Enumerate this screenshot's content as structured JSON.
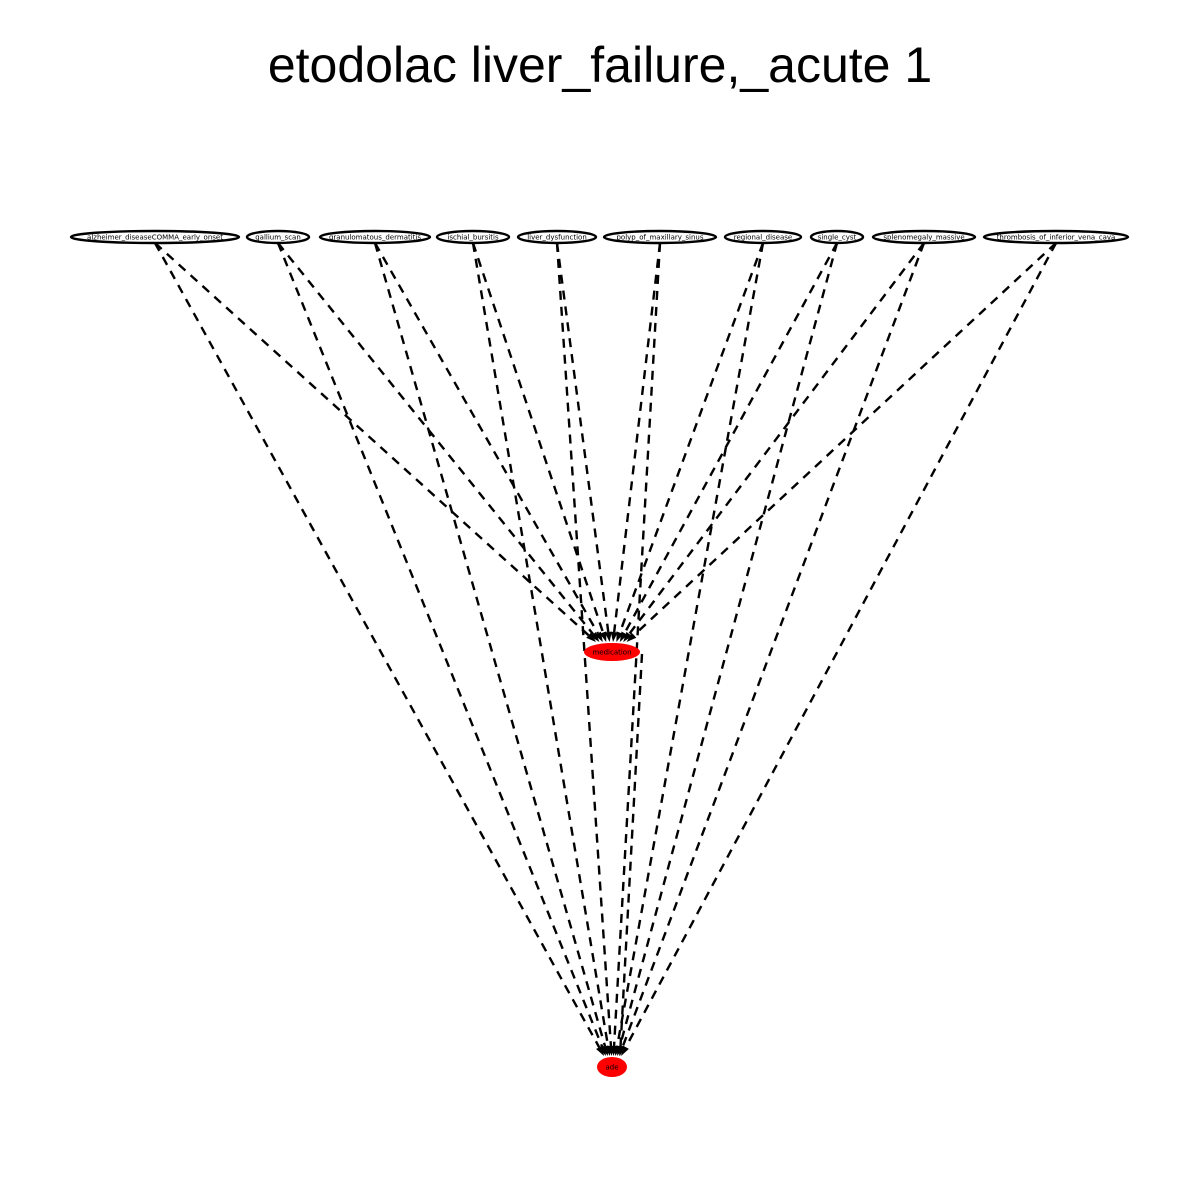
{
  "title": "etodolac liver_failure,_acute 1",
  "colors": {
    "edge": "#000000",
    "node_fill_source": "#ffffff",
    "node_fill_target": "#ff0000"
  },
  "nodes": {
    "sources": [
      "alzheimer_diseaseCOMMA_early_onset",
      "gallium_scan",
      "granulomatous_dermatitis",
      "ischial_bursitis",
      "liver_dysfunction",
      "polyp_of_maxillary_sinus",
      "regional_disease",
      "single_cyst",
      "splenomegaly_massive",
      "thrombosis_of_inferior_vena_cava"
    ],
    "medication": "medication",
    "ade": "ade"
  },
  "edges": {
    "style": "dashed",
    "from_each_source_to": [
      "medication",
      "ade"
    ],
    "from_medication_to": [
      "ade"
    ]
  }
}
